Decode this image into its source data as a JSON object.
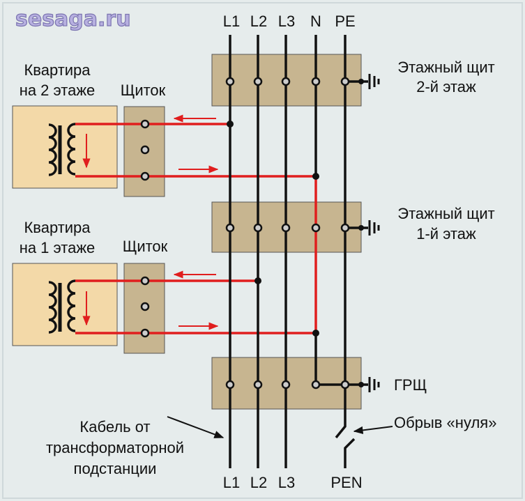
{
  "logo": "sesaga.ru",
  "top_labels": [
    "L1",
    "L2",
    "L3",
    "N",
    "PE"
  ],
  "bottom_labels": [
    "L1",
    "L2",
    "L3",
    "PEN"
  ],
  "apartment2": [
    "Квартира",
    "на 2 этаже"
  ],
  "apartment1": [
    "Квартира",
    "на 1 этаже"
  ],
  "panel_label": "Щиток",
  "floor_panel2": [
    "Этажный щит",
    "2-й этаж"
  ],
  "floor_panel1": [
    "Этажный щит",
    "1-й этаж"
  ],
  "main_panel": "ГРЩ",
  "break_label": "Обрыв «нуля»",
  "cable_label": [
    "Кабель от",
    "трансформаторной",
    "подстанции"
  ],
  "colors": {
    "bg": "#e6ecec",
    "panel": "#c7b590",
    "apartment": "#f3d9a8",
    "wire": "#e01e1e"
  }
}
